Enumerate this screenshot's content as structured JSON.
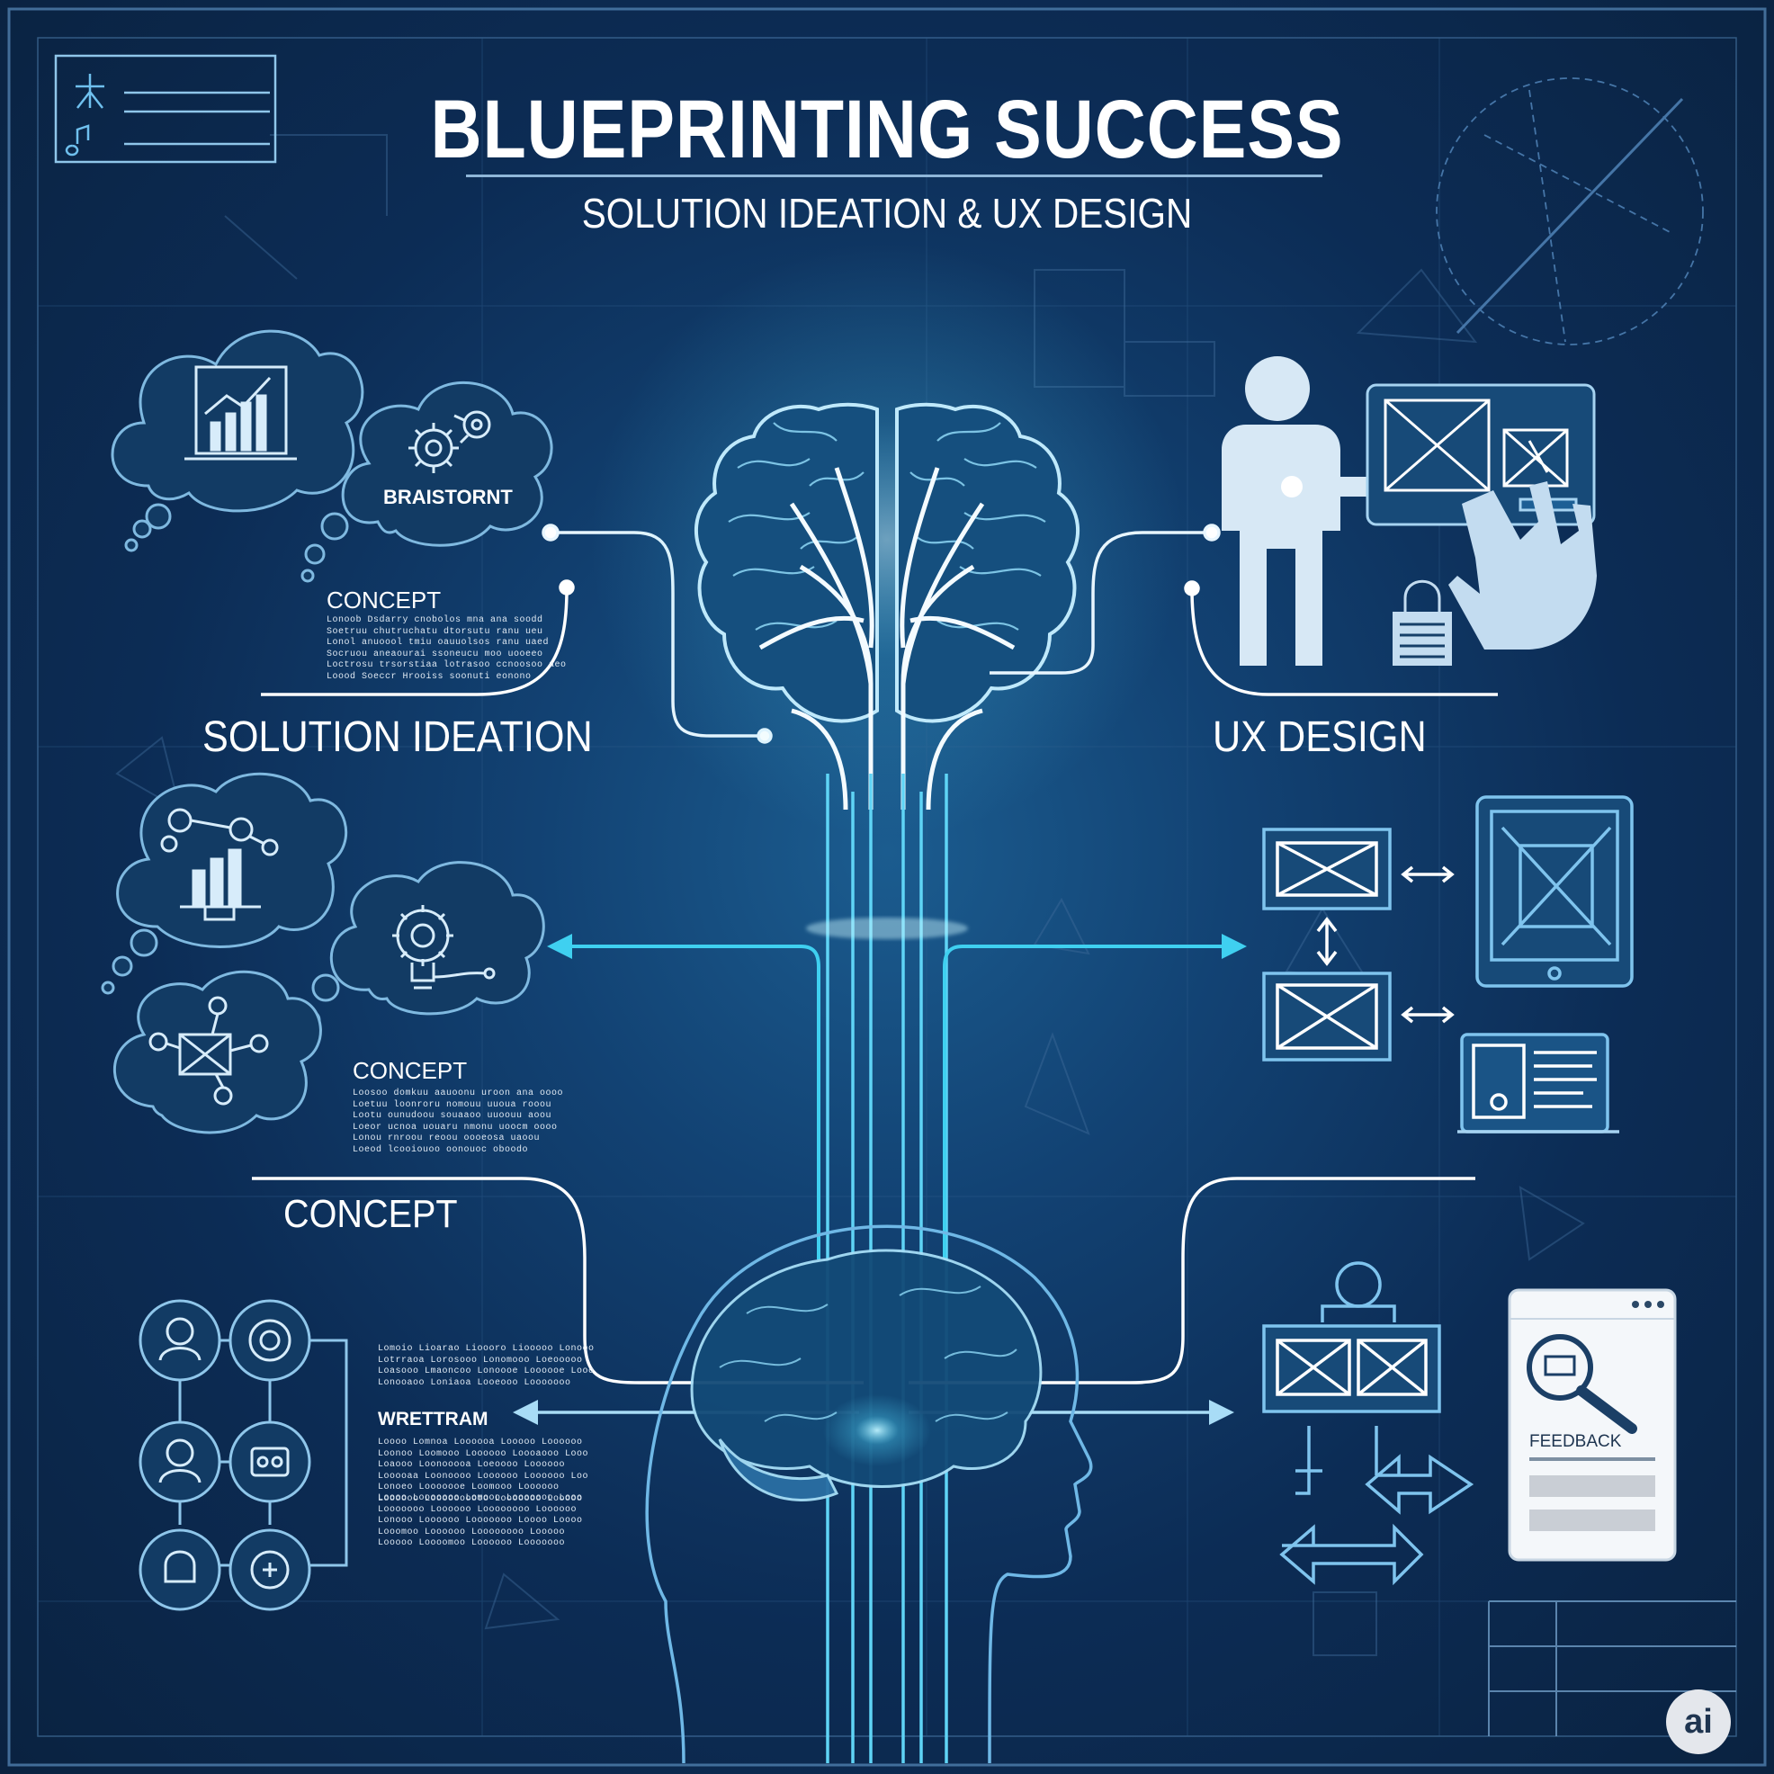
{
  "header": {
    "title": "BLUEPRINTING SUCCESS",
    "subtitle": "SOLUTION IDEATION & UX DESIGN"
  },
  "sections": {
    "left": "SOLUTION IDEATION",
    "right": "UX DESIGN",
    "concept_main": "CONCEPT"
  },
  "labels": {
    "brainstorm": "BRAISTORNT",
    "concept_1": "CONCEPT",
    "concept_2": "CONCEPT",
    "wretram": "WRETTRAM",
    "feedback": "FEEDBACK",
    "ai_badge": "ai"
  },
  "paragraphs": {
    "concept_1": "Lonoob Dsdarry cnobolos mna ana soodd\nSoetruu chutruchatu dtorsutu ranu ueu\nLonol anuoool tmiu oauuolsos ranu uaed\nSocruou aneaourai ssoneucu moo uooeeo\nLoctrosu trsorstiaa lotrasoo ccnoosoo aeo\nLoood Soeccr Hrooiss soonuti eonono",
    "concept_2": "Loosoo domkuu aauoonu uroon ana oooo\nLoetuu loonroru nomouu uuoua rooou\nLootu ounudoou souaaoo uuoouu aoou\nLoeor ucnoa uouaru nmonu uoocm oooo\nLonou rnroou reoou oooeosa uaoou\nLoeod lcooiouoo oonouoc oboodo",
    "left_block_1": "Lomoio Lioarao Lioooro Liooooo Lonooo\nLotrraoa Lorosooo Lonomooo Loeooooo\nLoasooo Lmaoncoo Lonoooe Loooooe Looo\nLonooaoo Loniaoa Looeooo Looooooo",
    "left_block_2": "Loooo Lomnoa Loooooa Looooo Loooooo\nLoonoo Loomooo Loooooo Loooaooo Looo\nLoaooo Loonooooa Loeoooo Loooooo\nLooooaa Loonoooo Loooooo Loooooo Loo\nLonoeo Looooooe Loomooo Loooooo\nLoooooo Loooooooooo Looooooo Looooo",
    "left_block_3": "Loooo Looooooo Lomooo Looooooo Looo\nLooooooo Loooooo Loooooooo Loooooo\nLonooo Loooooo Looooooo Loooo Loooo\nLooomoo Loooooo Loooooooo Looooo\nLooooo Loooomoo Loooooo Looooooo"
  },
  "icons": [
    "chart-icon",
    "gear-bulb-icon",
    "network-icon",
    "lightbulb-gear-icon",
    "wireframe-icon",
    "person-icon",
    "tablet-wireframe-icon",
    "hand-icon",
    "magnifier-icon",
    "brain-icon",
    "head-icon"
  ],
  "colors": {
    "background": "#0c2c55",
    "line": "#7dc3ec",
    "cyan": "#3fd0f0",
    "white": "#ffffff"
  }
}
